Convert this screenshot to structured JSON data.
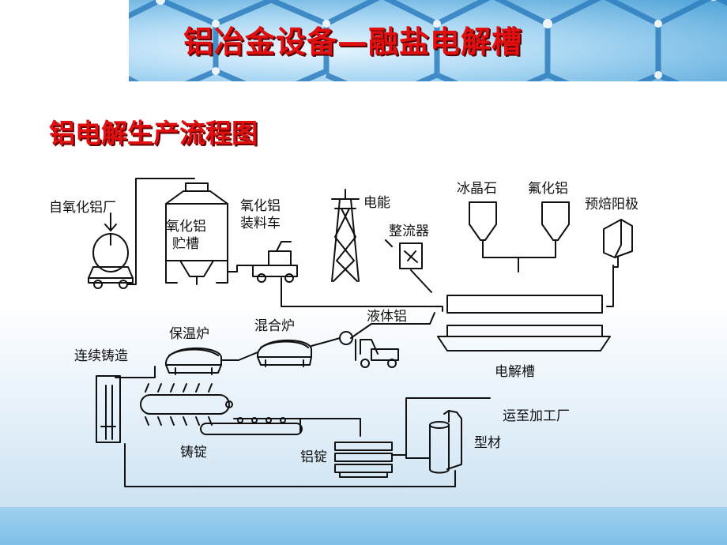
{
  "slide": {
    "title": "铝冶金设备—融盐电解槽",
    "subtitle": "铝电解生产流程图"
  },
  "diagram": {
    "labels": {
      "alumina_source": "自氧化铝厂",
      "storage_tank_1": "氧化铝",
      "storage_tank_2": "贮槽",
      "loader_1": "氧化铝",
      "loader_2": "装料车",
      "power": "电能",
      "rectifier": "整流器",
      "cryolite": "冰晶石",
      "aluminum_fluoride": "氟化铝",
      "prebaked_anode": "预焙阳极",
      "liquid_aluminum": "液体铝",
      "mixing_furnace": "混合炉",
      "holding_furnace": "保温炉",
      "continuous_casting": "连续铸造",
      "electrolytic_cell": "电解槽",
      "ingot_casting": "铸锭",
      "aluminum_ingot": "铝锭",
      "profile": "型材",
      "to_processing": "运至加工厂"
    }
  },
  "colors": {
    "title_red": "#e01010",
    "banner_blue": "#4fa3d8",
    "ink": "#111111"
  }
}
